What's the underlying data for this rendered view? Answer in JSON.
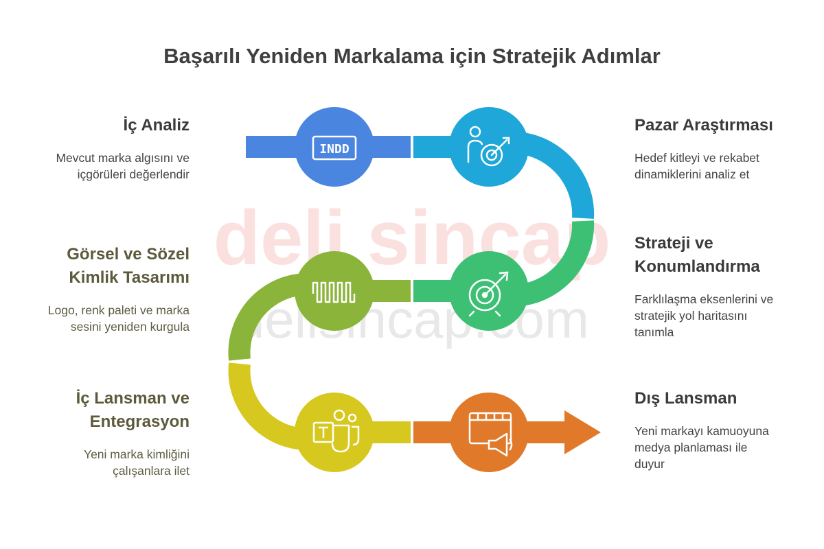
{
  "title": "Başarılı Yeniden Markalama için Stratejik Adımlar",
  "watermark": {
    "primary": "deli sincap",
    "secondary": "delisincap.com"
  },
  "colors": {
    "blue": "#4a86e0",
    "cyan": "#1ea7d8",
    "green": "#3dbf74",
    "lime": "#8ab43a",
    "yellow": "#d7c81f",
    "orange": "#e07a2a"
  },
  "steps": [
    {
      "title": [
        "İç Analiz"
      ],
      "desc": [
        "Mevcut marka algısını ve",
        "içgörüleri değerlendir"
      ],
      "icon": "indd-document-icon",
      "icon_text": "INDD"
    },
    {
      "title": [
        "Pazar Araştırması"
      ],
      "desc": [
        "Hedef kitleyi ve rekabet",
        "dinamiklerini analiz et"
      ],
      "icon": "person-target-icon"
    },
    {
      "title": [
        "Strateji ve",
        "Konumlandırma"
      ],
      "desc": [
        "Farklılaşma eksenlerini ve",
        "stratejik yol haritasını",
        "tanımla"
      ],
      "icon": "target-arrow-icon"
    },
    {
      "title": [
        "Görsel ve Sözel",
        "Kimlik Tasarımı"
      ],
      "desc": [
        "Logo, renk paleti ve marka",
        "sesini yeniden kurgula"
      ],
      "icon": "waveform-icon"
    },
    {
      "title": [
        "İç Lansman ve",
        "Entegrasyon"
      ],
      "desc": [
        "Yeni marka kimliğini",
        "çalışanlara ilet"
      ],
      "icon": "teams-icon"
    },
    {
      "title": [
        "Dış Lansman"
      ],
      "desc": [
        "Yeni markayı kamuoyuna",
        "medya planlaması ile",
        "duyur"
      ],
      "icon": "media-megaphone-icon"
    }
  ]
}
